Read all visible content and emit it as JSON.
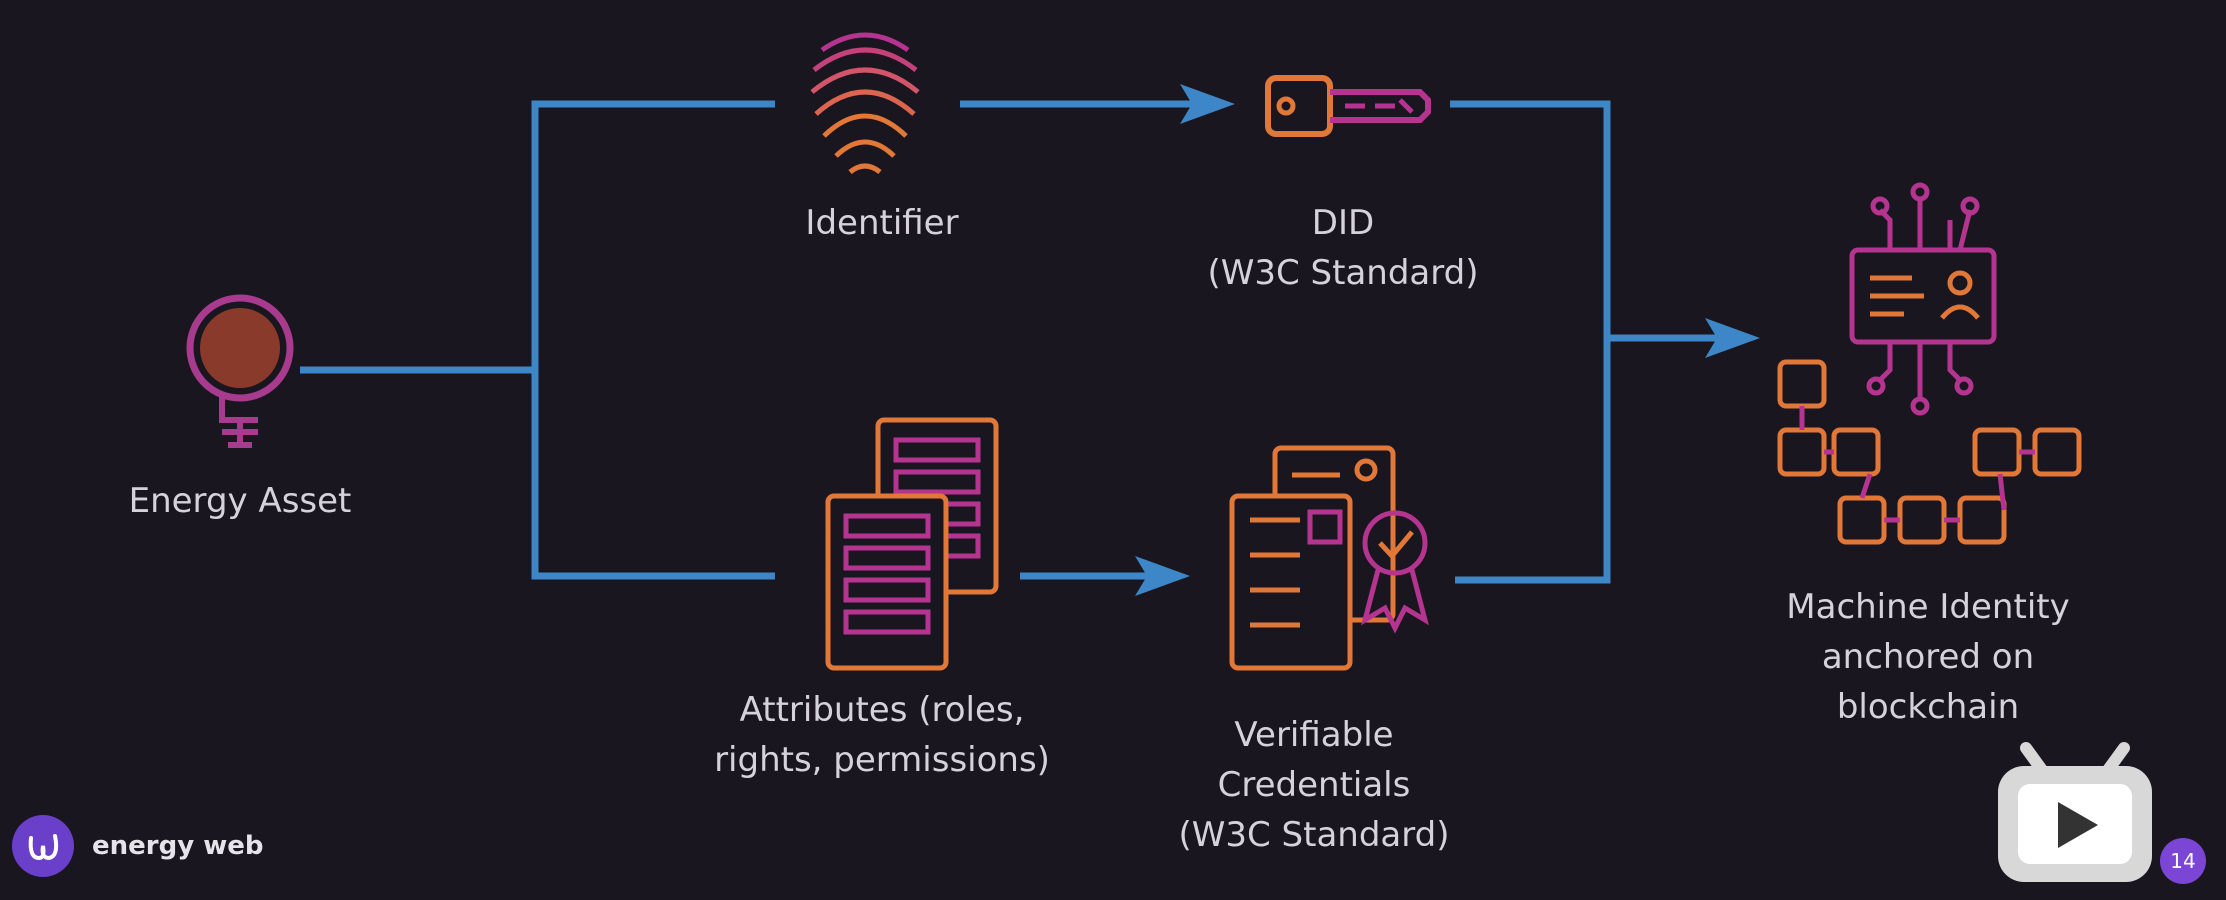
{
  "nodes": {
    "energy_asset": "Energy Asset",
    "identifier": "Identifier",
    "did_line1": "DID",
    "did_line2": "(W3C Standard)",
    "attributes_line1": "Attributes (roles,",
    "attributes_line2": "rights, permissions)",
    "vc_line1": "Verifiable",
    "vc_line2": "Credentials",
    "vc_line3": "(W3C Standard)",
    "mi_line1": "Machine Identity",
    "mi_line2": "anchored on",
    "mi_line3": "blockchain"
  },
  "brand": {
    "name": "energy web"
  },
  "page_number": "14",
  "colors": {
    "background": "#1a1620",
    "connector": "#3d87c8",
    "orange": "#e27838",
    "magenta": "#b5348f"
  }
}
